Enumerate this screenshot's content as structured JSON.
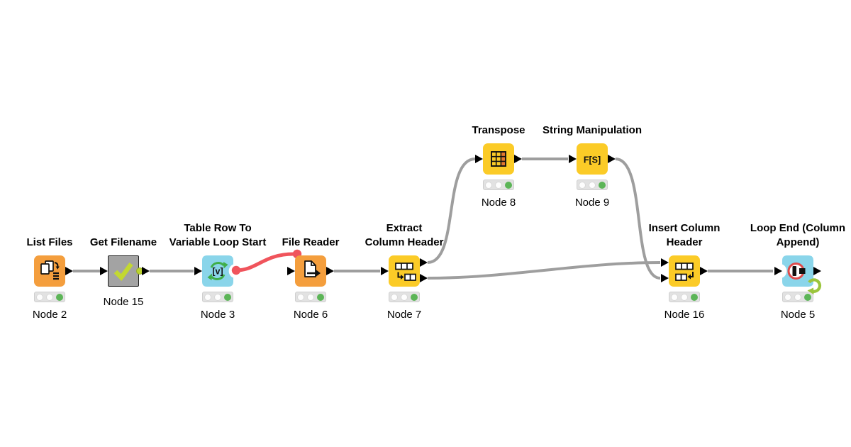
{
  "app": {
    "title": "KNIME workflow"
  },
  "colors": {
    "background": "#FFFFFF",
    "node_orange": "#F49E3D",
    "node_yellow": "#FBCB27",
    "node_blue": "#8AD5EA",
    "node_gray": "#A3A3A3",
    "wire_gray": "#9E9E9E",
    "flow_variable_red": "#F0545C",
    "status_green": "#5CB557",
    "check_green": "#C3D831",
    "loop_arrow_green": "#9BC53C",
    "transpose_column_orange": "#E2772E"
  },
  "nodes": [
    {
      "label": "List Files",
      "caption": "Node 2",
      "icon": "list-files-icon",
      "traffic_light": "green"
    },
    {
      "label": "Get Filename",
      "caption": "Node 15",
      "icon": "checkmark-icon",
      "traffic_light": null
    },
    {
      "label": "Table Row To\nVariable Loop Start",
      "caption": "Node 3",
      "icon": "variable-loop-icon",
      "traffic_light": "green"
    },
    {
      "label": "File Reader",
      "caption": "Node 6",
      "icon": "file-reader-icon",
      "traffic_light": "green"
    },
    {
      "label": "Extract\nColumn Header",
      "caption": "Node 7",
      "icon": "extract-column-header-icon",
      "traffic_light": "green"
    },
    {
      "label": "Transpose",
      "caption": "Node 8",
      "icon": "transpose-icon",
      "traffic_light": "green"
    },
    {
      "label": "String Manipulation",
      "caption": "Node 9",
      "icon": "string-manipulation-icon",
      "traffic_light": "green"
    },
    {
      "label": "Insert Column\nHeader",
      "caption": "Node 16",
      "icon": "insert-column-header-icon",
      "traffic_light": "green"
    },
    {
      "label": "Loop End (Column\nAppend)",
      "caption": "Node 5",
      "icon": "loop-end-icon",
      "traffic_light": "green"
    }
  ],
  "icon_text": {
    "string_manipulation": "F[S]",
    "variable_loop": "[v]"
  },
  "connections": [
    {
      "from": "List Files",
      "to": "Get Filename",
      "type": "data"
    },
    {
      "from": "Get Filename",
      "to": "Table Row To Variable Loop Start",
      "type": "data"
    },
    {
      "from": "Table Row To Variable Loop Start",
      "to": "File Reader",
      "type": "flow-variable"
    },
    {
      "from": "File Reader",
      "to": "Extract Column Header",
      "type": "data"
    },
    {
      "from": "Extract Column Header",
      "to": "Transpose",
      "type": "data",
      "from_port": "top"
    },
    {
      "from": "Transpose",
      "to": "String Manipulation",
      "type": "data"
    },
    {
      "from": "String Manipulation",
      "to": "Insert Column Header",
      "type": "data",
      "to_port": "bottom"
    },
    {
      "from": "Extract Column Header",
      "to": "Insert Column Header",
      "type": "data",
      "from_port": "bottom",
      "to_port": "top"
    },
    {
      "from": "Insert Column Header",
      "to": "Loop End (Column Append)",
      "type": "data"
    }
  ]
}
